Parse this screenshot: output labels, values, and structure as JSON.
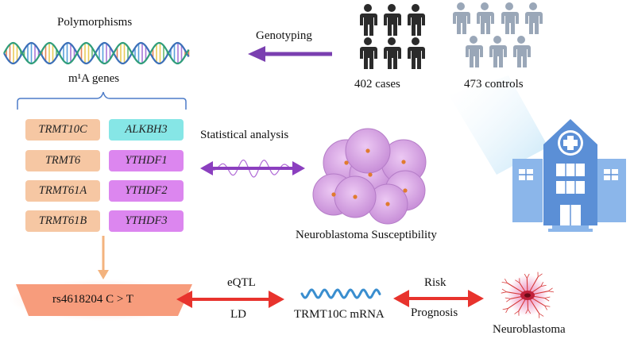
{
  "labels": {
    "polymorphisms": "Polymorphisms",
    "genotyping": "Genotyping",
    "m1a_genes": "m¹A genes",
    "cases": "402 cases",
    "controls": "473 controls",
    "statistical_analysis": "Statistical analysis",
    "susceptibility": "Neuroblastoma Susceptibility",
    "snp": "rs4618204 C > T",
    "eqtl": "eQTL",
    "ld": "LD",
    "mrna": "TRMT10C mRNA",
    "risk": "Risk",
    "prognosis": "Prognosis",
    "neuroblastoma": "Neuroblastoma"
  },
  "genes": {
    "left": [
      "TRMT10C",
      "TRMT6",
      "TRMT61A",
      "TRMT61B"
    ],
    "right": [
      "ALKBH3",
      "YTHDF1",
      "YTHDF2",
      "YTHDF3"
    ]
  },
  "colors": {
    "gene_left": "#f6c7a3",
    "gene_right_first": "#86e6e6",
    "gene_right": "#dc86ef",
    "genotyping_arrow": "#7a3fb0",
    "red_arrow": "#e8332d",
    "orange_arrow": "#f3b37e",
    "case_figure": "#2b2b2b",
    "control_figure": "#9aa7b8",
    "hospital": "#5b8fd6",
    "cell": "#d49ee0",
    "snp_box": "#f79c7c"
  },
  "icons": [
    "dna-helix-icon",
    "person-icon",
    "hospital-icon",
    "cell-cluster-icon",
    "neuron-icon"
  ]
}
